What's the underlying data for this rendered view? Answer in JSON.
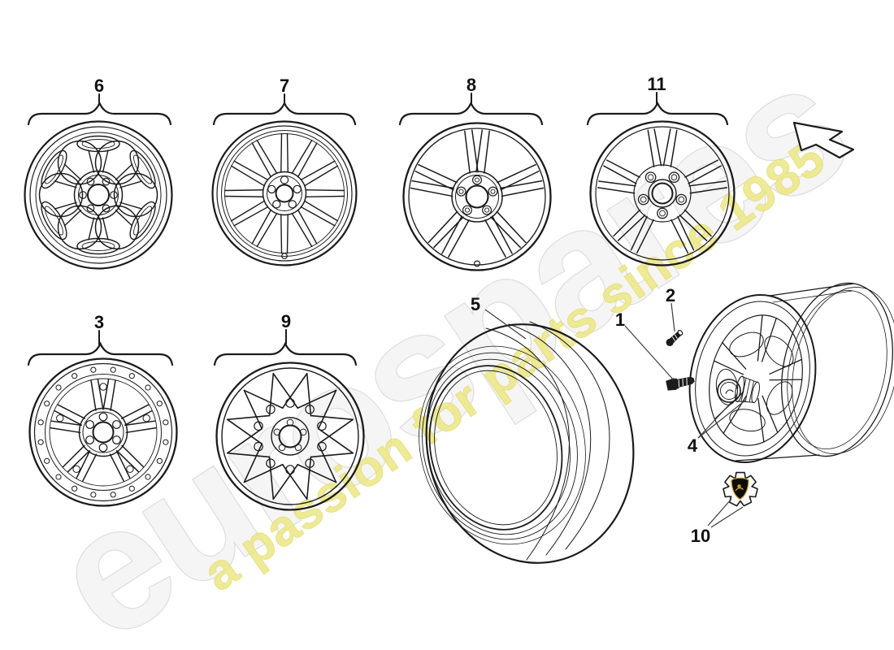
{
  "watermark": {
    "brand": "eurospares",
    "tagline": "a passion for parts since 1985"
  },
  "labels": {
    "w6": "6",
    "w7": "7",
    "w8": "8",
    "w11": "11",
    "w3": "3",
    "w9": "9",
    "tire": "5",
    "wheel_bolt": "1",
    "valve": "2",
    "hub_nut": "4",
    "hub_cap": "10"
  },
  "colors": {
    "line": "#1b1b1b",
    "watermark_brand": "#f5f5f5",
    "watermark_brand_outline": "#dedede",
    "watermark_tagline": "#ece784",
    "logo_gold": "#c89a2d",
    "logo_shield": "#0e0c08"
  }
}
